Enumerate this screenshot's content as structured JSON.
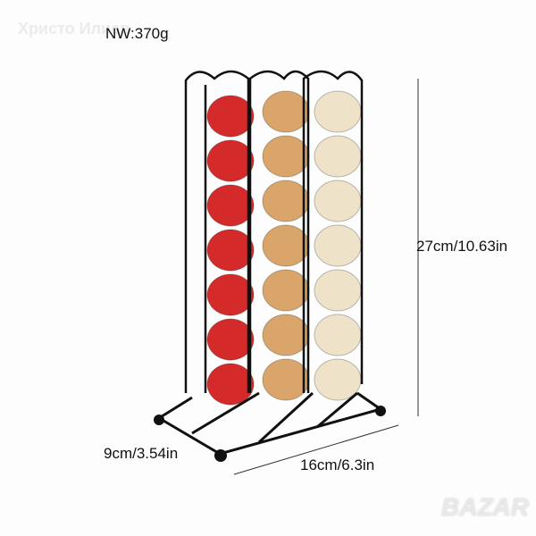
{
  "watermark": "Христо Илиев",
  "net_weight": "NW:370g",
  "dimensions": {
    "height": "27cm/10.63in",
    "width": "16cm/6.3in",
    "depth": "9cm/3.54in"
  },
  "logo": "BAZAR",
  "colors": {
    "red": "#d42a2a",
    "caramel": "#d9a56a",
    "cream": "#eee2c8",
    "frame": "#1a1a1a"
  }
}
